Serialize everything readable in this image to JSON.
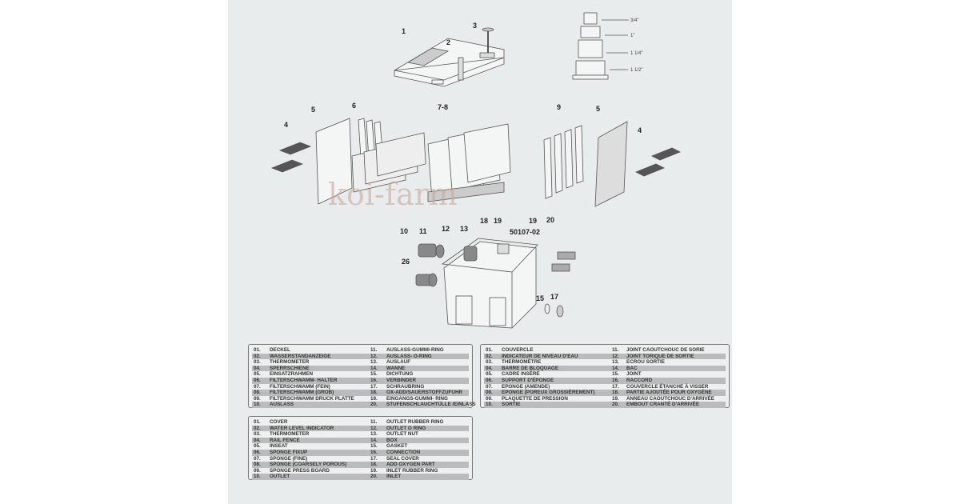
{
  "diagram": {
    "watermark": "koi-farm",
    "model": "50107-02",
    "callouts": [
      "1",
      "2",
      "3",
      "5",
      "6",
      "7-8",
      "9",
      "5",
      "4",
      "4",
      "18",
      "19",
      "19",
      "20",
      "10",
      "11",
      "12",
      "13",
      "26",
      "15",
      "17"
    ],
    "fitting_sizes": [
      "3/4\"",
      "1\"",
      "1 1/4\"",
      "1 1/2\""
    ]
  },
  "tables": {
    "german": [
      [
        "01.",
        "DECKEL",
        "11.",
        "AUSLASS-GUMMI-RING"
      ],
      [
        "02.",
        "WASSERSTANDANZEIGE",
        "12.",
        "AUSLASS- O-RING"
      ],
      [
        "03.",
        "THERMOMETER",
        "13.",
        "AUSLAUF"
      ],
      [
        "04.",
        "SPERRSCHIENE",
        "14.",
        "WANNE"
      ],
      [
        "05.",
        "EINSATZRAHMEN",
        "15.",
        "DICHTUNG"
      ],
      [
        "06.",
        "FILTERSCHWAMM- HALTER",
        "16.",
        "VERBINDER"
      ],
      [
        "07.",
        "FILTERSCHWAMM (FEIN)",
        "17.",
        "SCHRAUBRING"
      ],
      [
        "08.",
        "FILTERSCHWAMM (GROB)",
        "18.",
        "OX-ADD/SAUERSTOFFZUFUHR"
      ],
      [
        "09.",
        "FILTERSCHWAMM DRUCK PLATTE",
        "19.",
        "EINGANGS-GUMMI- RING"
      ],
      [
        "10.",
        "AUSLASS",
        "20.",
        "STUFENSCHLAUCHTÜLLE /EINLASS"
      ]
    ],
    "french": [
      [
        "01.",
        "COUVERCLE",
        "11.",
        "JOINT CAOUTCHOUC DE SORIE"
      ],
      [
        "02.",
        "INDICATEUR DE NIVEAU D'EAU",
        "12.",
        "JOINT TORIQUE DE SORTIE"
      ],
      [
        "03.",
        "THERMOMÈTRE",
        "13.",
        "ECROU SORTIE"
      ],
      [
        "04.",
        "BARRE DE BLOQUAGE",
        "14.",
        "BAC"
      ],
      [
        "05.",
        "CADRE INSÉRÉ",
        "15.",
        "JOINT"
      ],
      [
        "06.",
        "SUPPORT D'ÉPONGE",
        "16.",
        "RACCORD"
      ],
      [
        "07.",
        "EPONGE (AMENDE)",
        "17.",
        "COUVERCLE ÉTANCHE À VISSER"
      ],
      [
        "08.",
        "EPONGE (POREUX GROSSIÈREMENT)",
        "18.",
        "PARTIE AJOUTÉE POUR OXYGÈNE"
      ],
      [
        "09.",
        "PLAQUETTE DE PRESSION",
        "19.",
        "ANNEAU CAOUTCHOUC D'ARRIVÉE"
      ],
      [
        "10.",
        "SORTIE",
        "20.",
        "EMBOUT CRANTÉ D'ARRIVÉE"
      ]
    ],
    "english": [
      [
        "01.",
        "COVER",
        "11.",
        "OUTLET RUBBER RING"
      ],
      [
        "02.",
        "WATER LEVEL INDICATOR",
        "12.",
        "OUTLET O RING"
      ],
      [
        "03.",
        "THERMOMETER",
        "13.",
        "OUTLET NUT"
      ],
      [
        "04.",
        "RAIL FENCE",
        "14.",
        "BOX"
      ],
      [
        "05.",
        "INSEAT",
        "15.",
        "GASKET"
      ],
      [
        "06.",
        "SPONGE FIXUP",
        "16.",
        "CONNECTION"
      ],
      [
        "07.",
        "SPONGE (FINE)",
        "17.",
        "SEAL COVER"
      ],
      [
        "08.",
        "SPONGE (COARSELY POROUS)",
        "18.",
        "ADD OXYGEN PART"
      ],
      [
        "09.",
        "SPONGE PRESS BOARD",
        "19.",
        "INLET RUBBER RING"
      ],
      [
        "10.",
        "OUTLET",
        "20.",
        "INLET"
      ]
    ]
  }
}
